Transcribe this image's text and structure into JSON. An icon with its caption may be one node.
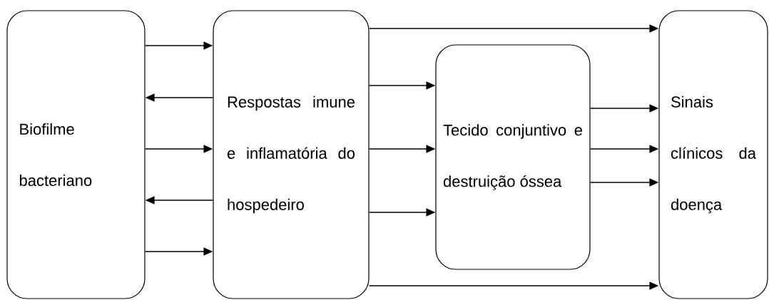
{
  "diagram": {
    "nodes": [
      {
        "text": [
          "Biofilme bacteriano"
        ]
      },
      {
        "text": [
          "Respostas imune e inflamatória do hospedeiro"
        ]
      },
      {
        "text": [
          "Tecido conjuntivo e destruição óssea"
        ]
      },
      {
        "text": [
          "Sinais clínicos da doença"
        ]
      }
    ],
    "edges": [
      {
        "from": 0,
        "to": 1,
        "arrow": "to"
      },
      {
        "from": 1,
        "to": 0,
        "arrow": "to"
      },
      {
        "from": 0,
        "to": 1,
        "arrow": "to"
      },
      {
        "from": 1,
        "to": 0,
        "arrow": "to"
      },
      {
        "from": 0,
        "to": 1,
        "arrow": "to"
      },
      {
        "from": 1,
        "to": 3,
        "arrow": "to"
      },
      {
        "from": 1,
        "to": 2,
        "arrow": "to"
      },
      {
        "from": 1,
        "to": 2,
        "arrow": "to"
      },
      {
        "from": 1,
        "to": 2,
        "arrow": "to"
      },
      {
        "from": 2,
        "to": 3,
        "arrow": "to"
      },
      {
        "from": 2,
        "to": 3,
        "arrow": "to"
      },
      {
        "from": 2,
        "to": 3,
        "arrow": "to"
      },
      {
        "from": 1,
        "to": 3,
        "arrow": "to"
      }
    ]
  }
}
